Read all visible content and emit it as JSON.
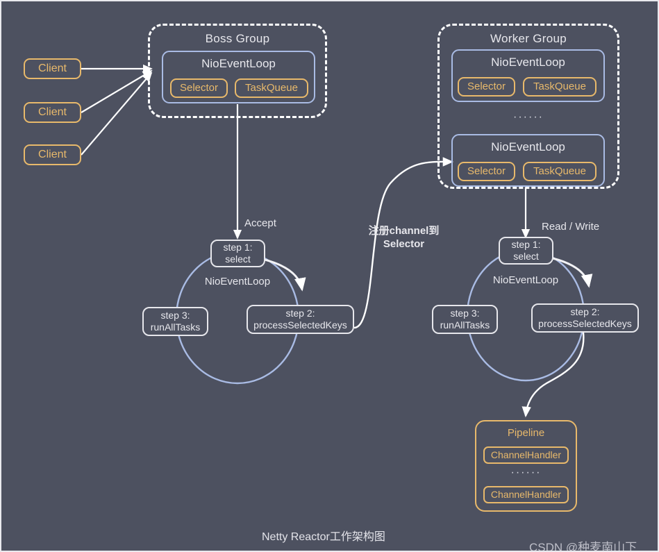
{
  "diagram": {
    "title": "Netty Reactor工作架构图",
    "watermark": "CSDN @种麦南山下",
    "background_color": "#4d5160",
    "accent_amber": "#e8b96b",
    "accent_periwinkle": "#a9bbe4",
    "line_color": "#ffffff"
  },
  "clients": [
    {
      "label": "Client"
    },
    {
      "label": "Client"
    },
    {
      "label": "Client"
    }
  ],
  "boss_group": {
    "title": "Boss Group",
    "event_loops": [
      {
        "title": "NioEventLoop",
        "selector": "Selector",
        "task_queue": "TaskQueue"
      }
    ]
  },
  "worker_group": {
    "title": "Worker  Group",
    "ellipsis": "······",
    "event_loops": [
      {
        "title": "NioEventLoop",
        "selector": "Selector",
        "task_queue": "TaskQueue"
      },
      {
        "title": "NioEventLoop",
        "selector": "Selector",
        "task_queue": "TaskQueue"
      }
    ]
  },
  "boss_loop_cycle": {
    "center_label": "NioEventLoop",
    "incoming_edge_label": "Accept",
    "steps": [
      {
        "line1": "step 1:",
        "line2": "select"
      },
      {
        "line1": "step 2:",
        "line2": "processSelectedKeys"
      },
      {
        "line1": "step 3:",
        "line2": "runAllTasks"
      }
    ]
  },
  "worker_loop_cycle": {
    "center_label": "NioEventLoop",
    "incoming_edge_label": "Read / Write",
    "steps": [
      {
        "line1": "step 1:",
        "line2": "select"
      },
      {
        "line1": "step 2:",
        "line2": "processSelectedKeys"
      },
      {
        "line1": "step 3:",
        "line2": "runAllTasks"
      }
    ]
  },
  "register_edge": {
    "line1": "注册channel到",
    "line2": "Selector"
  },
  "pipeline": {
    "title": "Pipeline",
    "ellipsis": "······",
    "handlers": [
      {
        "label": "ChannelHandler"
      },
      {
        "label": "ChannelHandler"
      }
    ]
  }
}
